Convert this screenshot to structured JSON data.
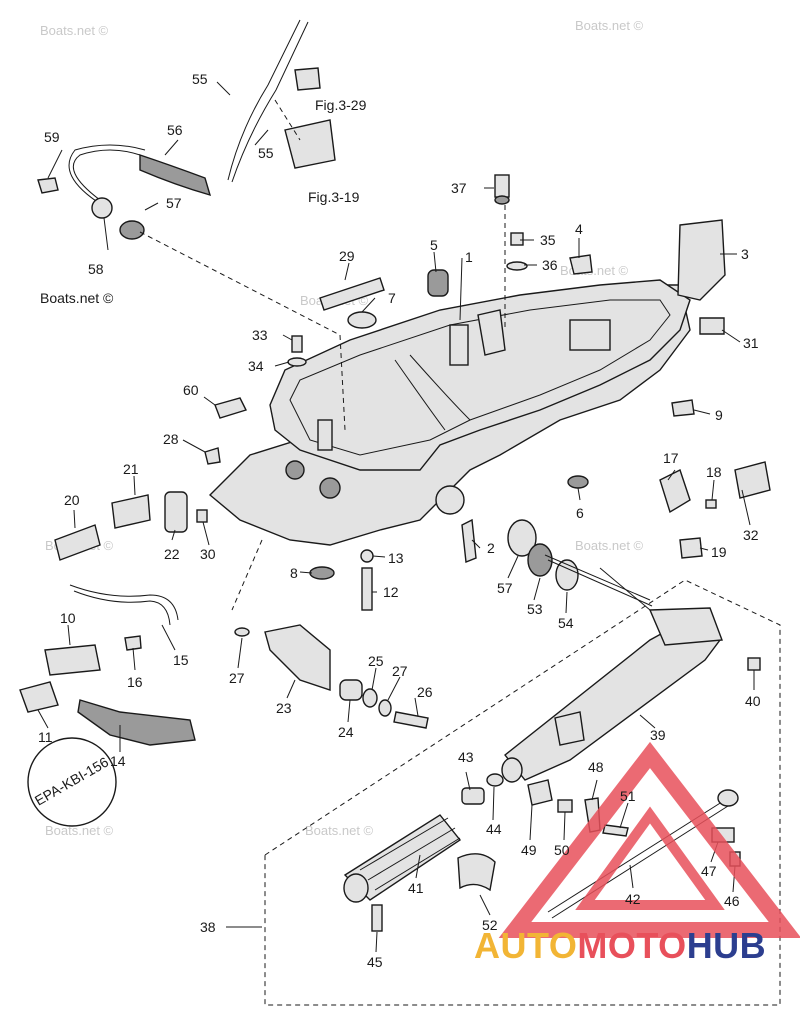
{
  "figure_refs": [
    {
      "id": "fig-3-29",
      "text": "Fig.3-29"
    },
    {
      "id": "fig-3-19",
      "text": "Fig.3-19"
    }
  ],
  "watermark": {
    "text": "Boats.net ©",
    "emblem_text": "EPA-KBI-156",
    "brand_parts": [
      "AUTO",
      "MOTO",
      "HUB"
    ],
    "brand_colors": [
      "#f2b535",
      "#e8505b",
      "#2c3e8f"
    ],
    "triangle_color": "#e8505b"
  },
  "callouts": [
    "1",
    "2",
    "3",
    "4",
    "5",
    "6",
    "7",
    "8",
    "9",
    "10",
    "11",
    "12",
    "13",
    "14",
    "15",
    "16",
    "17",
    "18",
    "19",
    "20",
    "21",
    "22",
    "23",
    "24",
    "25",
    "26",
    "27",
    "27",
    "28",
    "29",
    "30",
    "31",
    "32",
    "33",
    "34",
    "35",
    "36",
    "37",
    "38",
    "39",
    "40",
    "41",
    "42",
    "43",
    "44",
    "45",
    "46",
    "47",
    "48",
    "49",
    "50",
    "51",
    "52",
    "53",
    "54",
    "55",
    "55",
    "56",
    "57",
    "57",
    "58",
    "59",
    "60"
  ]
}
